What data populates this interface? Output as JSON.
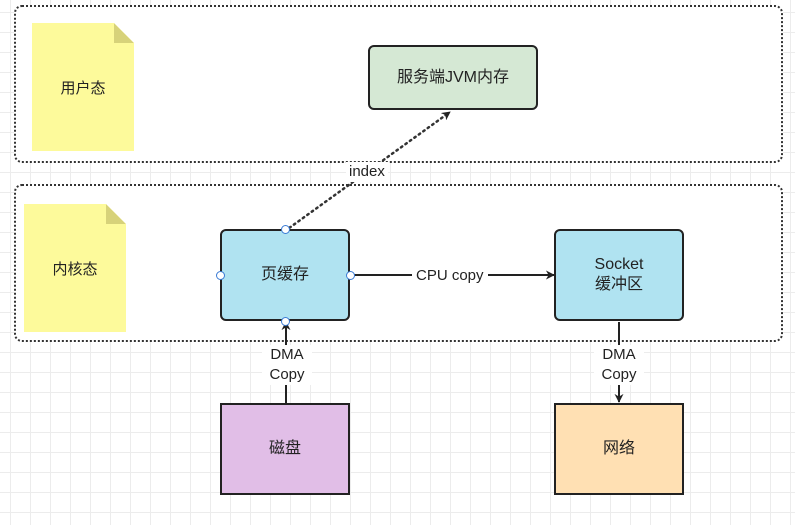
{
  "zones": {
    "user_space": {
      "label": "用户态"
    },
    "kernel_space": {
      "label": "内核态"
    }
  },
  "nodes": {
    "jvm_memory": {
      "label": "服务端JVM内存",
      "fill": "#d5e8d4"
    },
    "page_cache": {
      "label": "页缓存",
      "fill": "#b0e3f1"
    },
    "socket_buffer": {
      "line1": "Socket",
      "line2": "缓冲区",
      "fill": "#b0e3f1"
    },
    "disk": {
      "label": "磁盘",
      "fill": "#e1bee7"
    },
    "network": {
      "label": "网络",
      "fill": "#ffe0b3"
    }
  },
  "edges": {
    "index": {
      "label": "index"
    },
    "cpu_copy": {
      "label": "CPU copy"
    },
    "dma_disk": {
      "line1": "DMA",
      "line2": "Copy"
    },
    "dma_network": {
      "line1": "DMA",
      "line2": "Copy"
    }
  }
}
